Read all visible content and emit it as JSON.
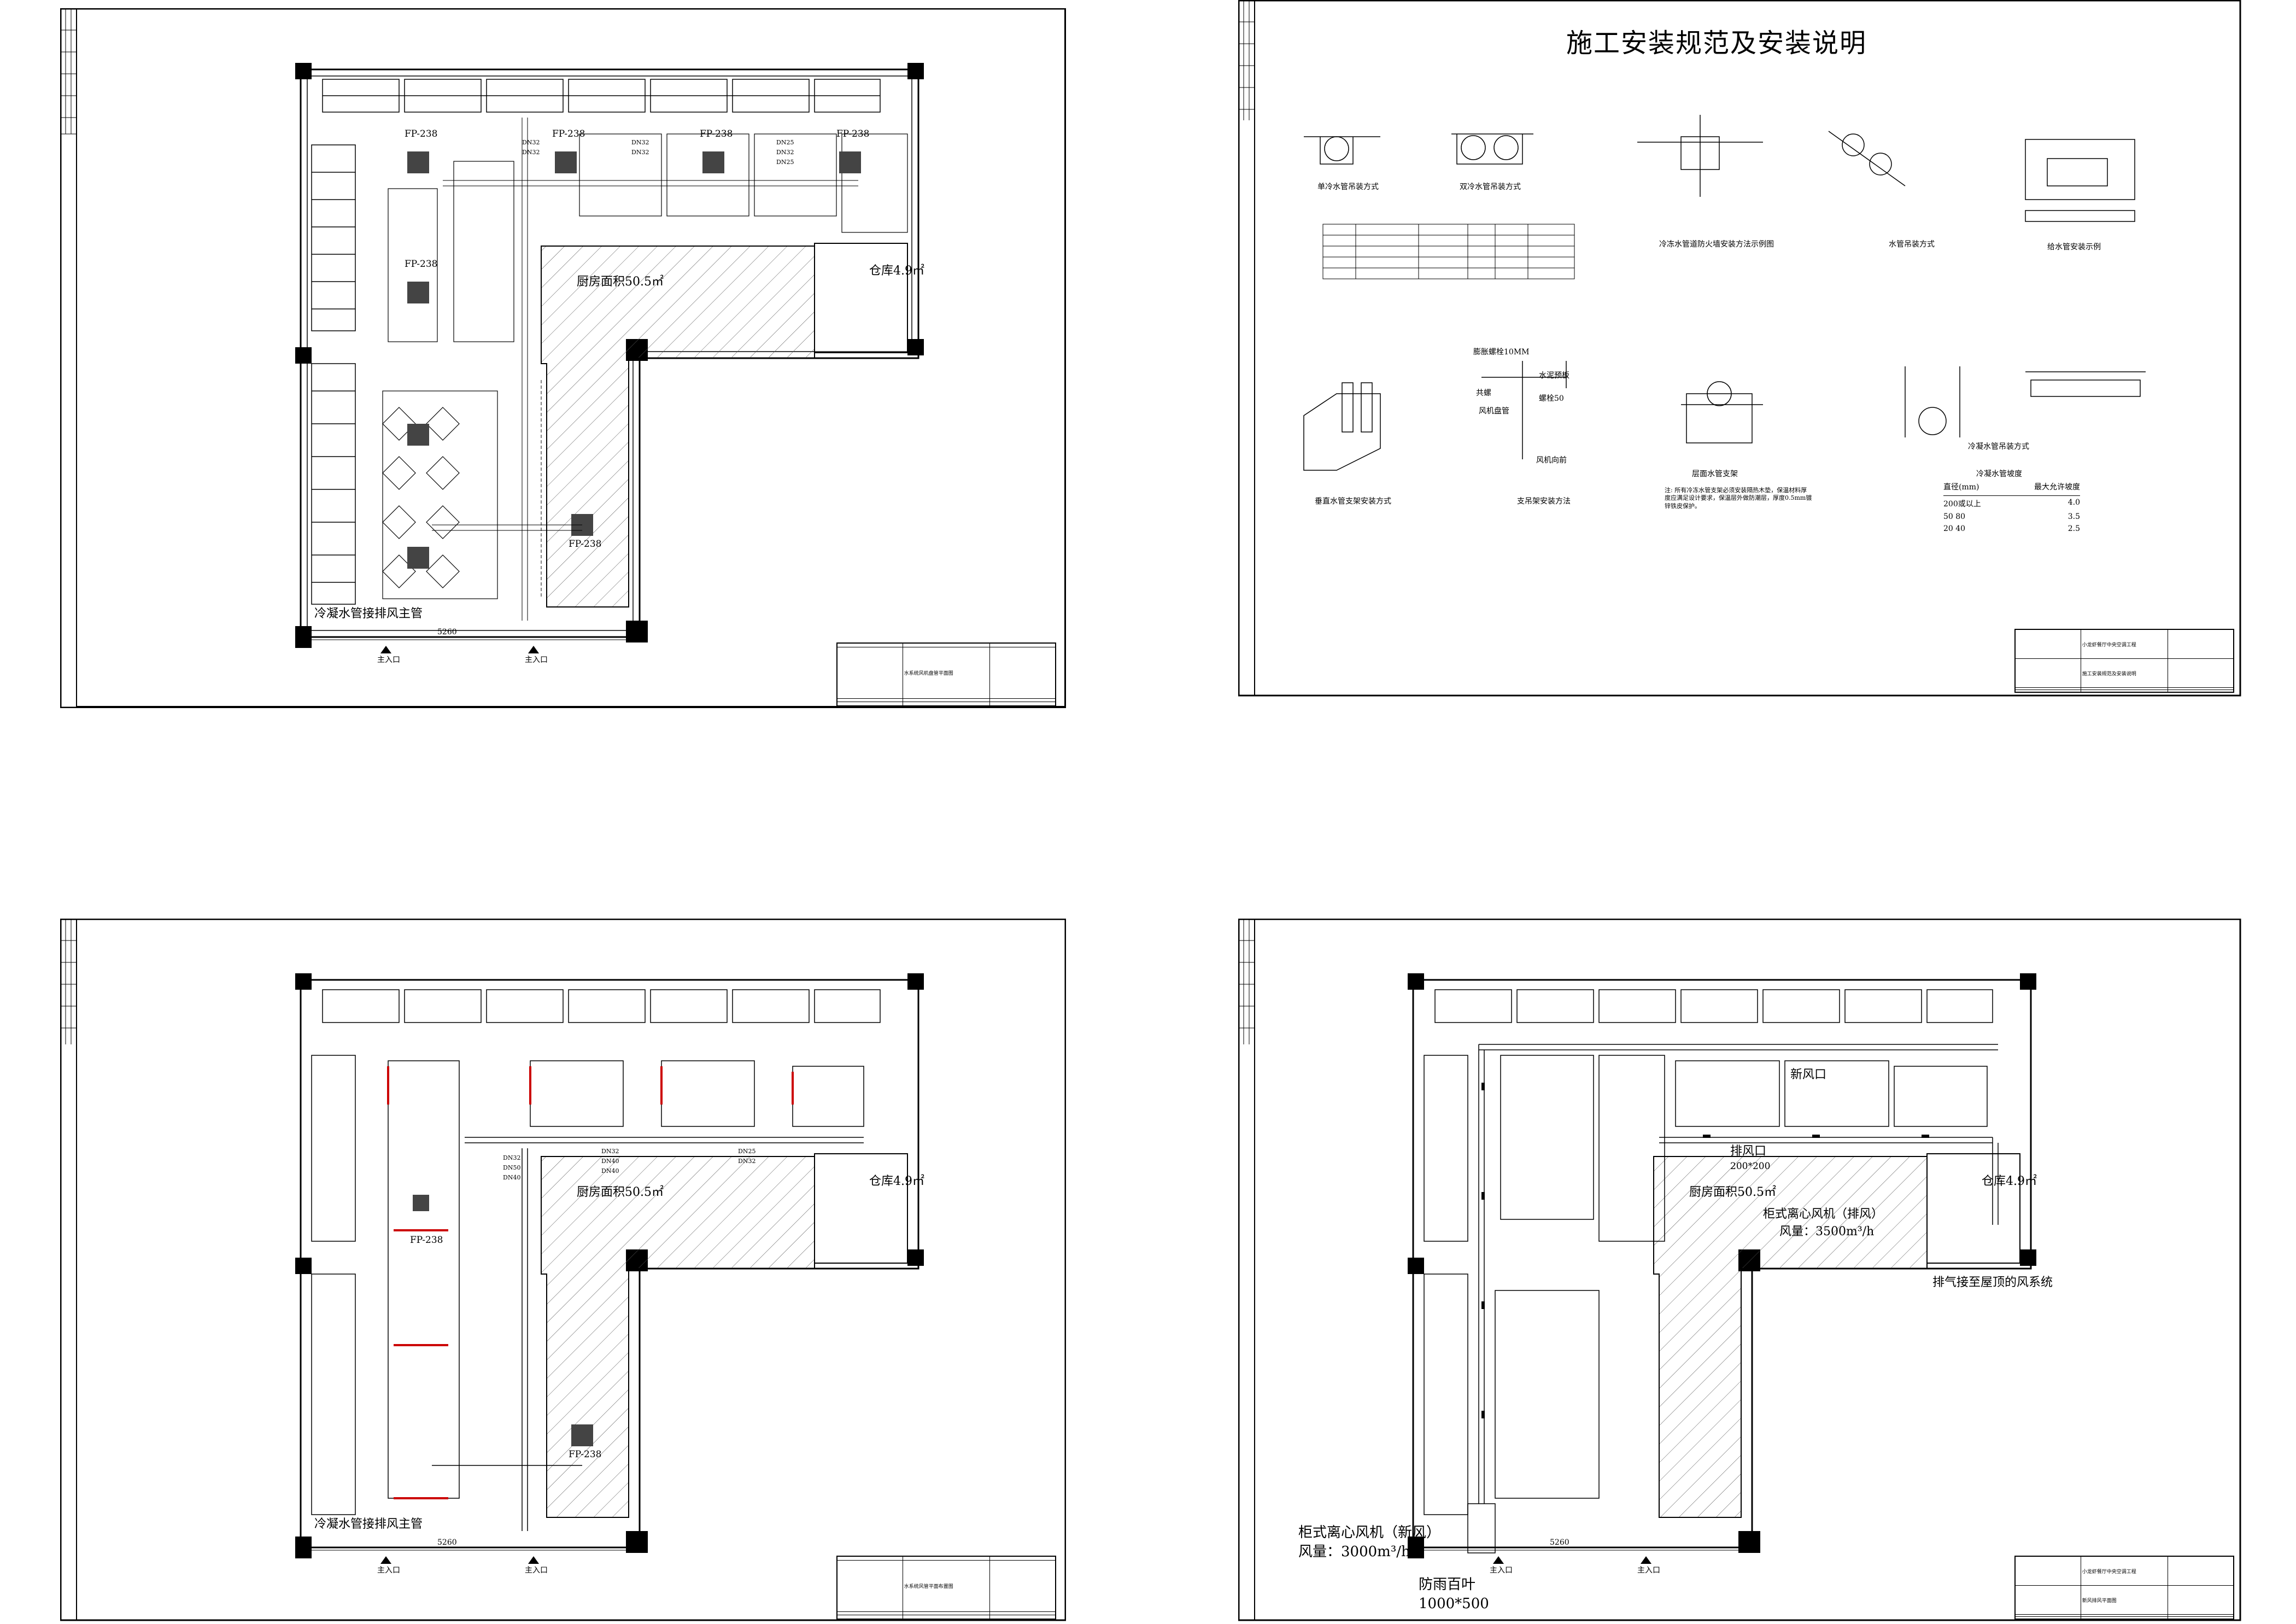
{
  "sheets": {
    "hvac_water_plan": {
      "room_labels": {
        "kitchen": "厨房面积50.5㎡",
        "storage": "仓库4.9㎡",
        "main_pipe": "冷凝水管接排风主管",
        "entrance_1": "主入口",
        "entrance_2": "主入口"
      },
      "unit_labels": [
        "FP-238",
        "FP-238",
        "FP-238",
        "FP-238",
        "FP-238",
        "FP-238"
      ],
      "pipe_labels": [
        "DN32",
        "DN32",
        "DN32",
        "DN25",
        "DN32",
        "DN25",
        "DN32"
      ],
      "dimension": "5260",
      "title_block": {
        "drawing_name": "水系统风机盘管平面图"
      }
    },
    "install_notes": {
      "title": "施工安装规范及安装说明",
      "detail_captions": [
        "单冷水管吊装方式",
        "双冷水管吊装方式",
        "冷冻水管道防火墙安装方法示例图",
        "水管吊装方式",
        "给水管安装示例",
        "垂直水管支架安装方式",
        "支吊架安装方法",
        "层面水管支架",
        "冷凝水管吊装方式"
      ],
      "annotations": {
        "wall_note": "膨胀螺栓10MM",
        "cement": "水泥预板",
        "bolt": "螺栓50",
        "cement2": "风机盘管",
        "nut": "共螺",
        "air_dir": "风机向前"
      },
      "slope_table": {
        "title": "冷凝水管坡度",
        "headers": [
          "直径(mm)",
          "最大允许坡度"
        ],
        "rows": [
          [
            "200或以上",
            "4.0"
          ],
          [
            "50   80",
            "3.5"
          ],
          [
            "20   40",
            "2.5"
          ]
        ]
      },
      "note_text": "注: 所有冷冻水管支架必须安装隔热木垫，保温材料厚度应满足设计要求，保温层外做防潮层，厚度0.5mm镀锌铁皮保护。",
      "title_block": {
        "project": "小龙虾餐厅中央空调工程",
        "drawing_name": "施工安装规范及安装说明"
      }
    },
    "hvac_air_plan": {
      "room_labels": {
        "kitchen": "厨房面积50.5㎡",
        "storage": "仓库4.9㎡",
        "main_pipe": "冷凝水管接排风主管",
        "entrance_1": "主入口",
        "entrance_2": "主入口"
      },
      "unit_labels": [
        "FP-238",
        "FP-238"
      ],
      "pipe_labels": [
        "DN32",
        "DN50",
        "DN40",
        "DN32",
        "DN40",
        "DN40",
        "DN25",
        "DN32"
      ],
      "dimension": "5260",
      "title_block": {
        "drawing_name": "水系统风管平面布置图"
      }
    },
    "ventilation_plan": {
      "room_labels": {
        "kitchen": "厨房面积50.5㎡",
        "storage": "仓库4.9㎡",
        "entrance_1": "主入口",
        "entrance_2": "主入口"
      },
      "labels": {
        "exhaust_outlet": "排风口",
        "exhaust_size": "200*200",
        "fresh_outlet": "新风口",
        "cabinet_fan": "柜式离心风机（排风）",
        "cabinet_flow": "风量：3500m³/h",
        "exhaust_note": "排气接至屋顶的风系统",
        "fresh_fan": "柜式离心风机（新风）",
        "fresh_flow": "风量：3000m³/h",
        "louver": "防雨百叶",
        "louver_size": "1000*500"
      },
      "dimension": "5260",
      "title_block": {
        "project": "小龙虾餐厅中央空调工程",
        "drawing_name": "新风排风平面图"
      }
    }
  }
}
